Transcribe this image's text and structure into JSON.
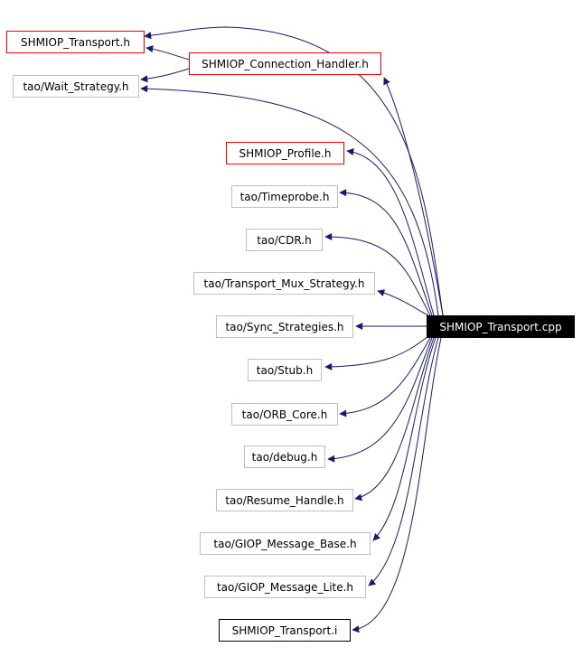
{
  "graph": {
    "main_node": "SHMIOP_Transport.cpp",
    "edge_color": "#191970",
    "nodes": [
      {
        "id": "transport_h",
        "label": "SHMIOP_Transport.h",
        "style": "red"
      },
      {
        "id": "connection_handler_h",
        "label": "SHMIOP_Connection_Handler.h",
        "style": "red"
      },
      {
        "id": "wait_strategy_h",
        "label": "tao/Wait_Strategy.h",
        "style": "gray"
      },
      {
        "id": "profile_h",
        "label": "SHMIOP_Profile.h",
        "style": "red"
      },
      {
        "id": "timeprobe_h",
        "label": "tao/Timeprobe.h",
        "style": "gray"
      },
      {
        "id": "cdr_h",
        "label": "tao/CDR.h",
        "style": "gray"
      },
      {
        "id": "transport_mux_strategy_h",
        "label": "tao/Transport_Mux_Strategy.h",
        "style": "gray"
      },
      {
        "id": "sync_strategies_h",
        "label": "tao/Sync_Strategies.h",
        "style": "gray"
      },
      {
        "id": "stub_h",
        "label": "tao/Stub.h",
        "style": "gray"
      },
      {
        "id": "orb_core_h",
        "label": "tao/ORB_Core.h",
        "style": "gray"
      },
      {
        "id": "debug_h",
        "label": "tao/debug.h",
        "style": "gray"
      },
      {
        "id": "resume_handle_h",
        "label": "tao/Resume_Handle.h",
        "style": "gray"
      },
      {
        "id": "giop_message_base_h",
        "label": "tao/GIOP_Message_Base.h",
        "style": "gray"
      },
      {
        "id": "giop_message_lite_h",
        "label": "tao/GIOP_Message_Lite.h",
        "style": "gray"
      },
      {
        "id": "transport_i",
        "label": "SHMIOP_Transport.i",
        "style": "black"
      }
    ],
    "edges": [
      {
        "from": "main",
        "to": "transport_h"
      },
      {
        "from": "main",
        "to": "connection_handler_h"
      },
      {
        "from": "connection_handler_h",
        "to": "transport_h"
      },
      {
        "from": "connection_handler_h",
        "to": "wait_strategy_h"
      },
      {
        "from": "main",
        "to": "wait_strategy_h"
      },
      {
        "from": "main",
        "to": "profile_h"
      },
      {
        "from": "main",
        "to": "timeprobe_h"
      },
      {
        "from": "main",
        "to": "cdr_h"
      },
      {
        "from": "main",
        "to": "transport_mux_strategy_h"
      },
      {
        "from": "main",
        "to": "sync_strategies_h"
      },
      {
        "from": "main",
        "to": "stub_h"
      },
      {
        "from": "main",
        "to": "orb_core_h"
      },
      {
        "from": "main",
        "to": "debug_h"
      },
      {
        "from": "main",
        "to": "resume_handle_h"
      },
      {
        "from": "main",
        "to": "giop_message_base_h"
      },
      {
        "from": "main",
        "to": "giop_message_lite_h"
      },
      {
        "from": "main",
        "to": "transport_i"
      }
    ]
  }
}
